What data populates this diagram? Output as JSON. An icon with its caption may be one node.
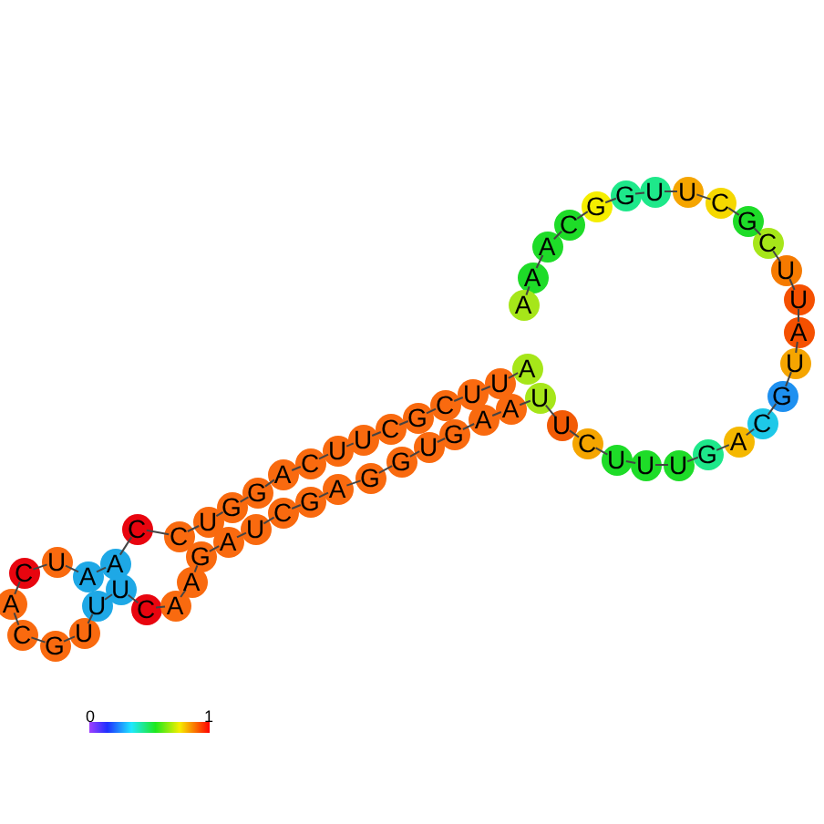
{
  "diagram": {
    "nodes": [
      {
        "text": [
          "A"
        ]
      },
      {
        "text": [
          "U"
        ]
      },
      {
        "text": [
          "U"
        ]
      },
      {
        "text": [
          "C"
        ]
      },
      {
        "text": [
          "G"
        ]
      },
      {
        "text": [
          "C"
        ]
      },
      {
        "text": [
          "U"
        ]
      },
      {
        "text": [
          "U"
        ]
      },
      {
        "text": [
          "C"
        ]
      },
      {
        "text": [
          "A"
        ]
      },
      {
        "text": [
          "G"
        ]
      },
      {
        "text": [
          "G"
        ]
      },
      {
        "text": [
          "U"
        ]
      },
      {
        "text": [
          "C"
        ]
      },
      {
        "text": [
          "C"
        ]
      },
      {
        "text": [
          "A"
        ]
      },
      {
        "text": [
          "A"
        ]
      },
      {
        "text": [
          "U"
        ]
      },
      {
        "text": [
          "C"
        ]
      },
      {
        "text": [
          "A"
        ]
      },
      {
        "text": [
          "C"
        ]
      },
      {
        "text": [
          "G"
        ]
      },
      {
        "text": [
          "U"
        ]
      },
      {
        "text": [
          "U"
        ]
      },
      {
        "text": [
          "U"
        ]
      },
      {
        "text": [
          "C"
        ]
      },
      {
        "text": [
          "A"
        ]
      },
      {
        "text": [
          "A"
        ]
      },
      {
        "text": [
          "G"
        ]
      },
      {
        "text": [
          "A"
        ]
      },
      {
        "text": [
          "U"
        ]
      },
      {
        "text": [
          "C"
        ]
      },
      {
        "text": [
          "G"
        ]
      },
      {
        "text": [
          "A"
        ]
      },
      {
        "text": [
          "G"
        ]
      },
      {
        "text": [
          "G"
        ]
      },
      {
        "text": [
          "U"
        ]
      },
      {
        "text": [
          "G"
        ]
      },
      {
        "text": [
          "A"
        ]
      },
      {
        "text": [
          "A"
        ]
      },
      {
        "text": [
          "U"
        ]
      },
      {
        "text": [
          "U"
        ]
      },
      {
        "text": [
          "C"
        ]
      },
      {
        "text": [
          "U"
        ]
      },
      {
        "text": [
          "U"
        ]
      },
      {
        "text": [
          "U"
        ]
      },
      {
        "text": [
          "G"
        ]
      },
      {
        "text": [
          "A"
        ]
      },
      {
        "text": [
          "C"
        ]
      },
      {
        "text": [
          "G"
        ]
      },
      {
        "text": [
          "U"
        ]
      },
      {
        "text": [
          "A"
        ]
      },
      {
        "text": [
          "U"
        ]
      },
      {
        "text": [
          "U"
        ]
      },
      {
        "text": [
          "C"
        ]
      },
      {
        "text": [
          "G"
        ]
      },
      {
        "text": [
          "C"
        ]
      },
      {
        "text": [
          "U"
        ]
      },
      {
        "text": [
          "U"
        ]
      },
      {
        "text": [
          "G"
        ]
      },
      {
        "text": [
          "G"
        ]
      },
      {
        "text": [
          "C"
        ]
      },
      {
        "text": [
          "A"
        ]
      },
      {
        "text": [
          "A"
        ]
      },
      {
        "text": [
          "A"
        ]
      }
    ],
    "edges": [
      {
        "from": 0,
        "to": 1,
        "arrow": "none"
      },
      {
        "from": 1,
        "to": 2,
        "arrow": "none"
      },
      {
        "from": 2,
        "to": 3,
        "arrow": "none"
      },
      {
        "from": 3,
        "to": 4,
        "arrow": "none"
      },
      {
        "from": 4,
        "to": 5,
        "arrow": "none"
      },
      {
        "from": 5,
        "to": 6,
        "arrow": "none"
      },
      {
        "from": 6,
        "to": 7,
        "arrow": "none"
      },
      {
        "from": 7,
        "to": 8,
        "arrow": "none"
      },
      {
        "from": 8,
        "to": 9,
        "arrow": "none"
      },
      {
        "from": 9,
        "to": 10,
        "arrow": "none"
      },
      {
        "from": 10,
        "to": 11,
        "arrow": "none"
      },
      {
        "from": 11,
        "to": 12,
        "arrow": "none"
      },
      {
        "from": 12,
        "to": 13,
        "arrow": "none"
      },
      {
        "from": 13,
        "to": 14,
        "arrow": "none"
      },
      {
        "from": 14,
        "to": 15,
        "arrow": "none"
      },
      {
        "from": 15,
        "to": 16,
        "arrow": "none"
      },
      {
        "from": 16,
        "to": 17,
        "arrow": "none"
      },
      {
        "from": 17,
        "to": 18,
        "arrow": "none"
      },
      {
        "from": 18,
        "to": 19,
        "arrow": "none"
      },
      {
        "from": 19,
        "to": 20,
        "arrow": "none"
      },
      {
        "from": 20,
        "to": 21,
        "arrow": "none"
      },
      {
        "from": 21,
        "to": 22,
        "arrow": "none"
      },
      {
        "from": 22,
        "to": 23,
        "arrow": "none"
      },
      {
        "from": 23,
        "to": 24,
        "arrow": "none"
      },
      {
        "from": 24,
        "to": 25,
        "arrow": "none"
      },
      {
        "from": 25,
        "to": 26,
        "arrow": "none"
      },
      {
        "from": 26,
        "to": 27,
        "arrow": "none"
      },
      {
        "from": 27,
        "to": 28,
        "arrow": "none"
      },
      {
        "from": 28,
        "to": 29,
        "arrow": "none"
      },
      {
        "from": 29,
        "to": 30,
        "arrow": "none"
      },
      {
        "from": 30,
        "to": 31,
        "arrow": "none"
      },
      {
        "from": 31,
        "to": 32,
        "arrow": "none"
      },
      {
        "from": 32,
        "to": 33,
        "arrow": "none"
      },
      {
        "from": 33,
        "to": 34,
        "arrow": "none"
      },
      {
        "from": 34,
        "to": 35,
        "arrow": "none"
      },
      {
        "from": 35,
        "to": 36,
        "arrow": "none"
      },
      {
        "from": 36,
        "to": 37,
        "arrow": "none"
      },
      {
        "from": 37,
        "to": 38,
        "arrow": "none"
      },
      {
        "from": 38,
        "to": 39,
        "arrow": "none"
      },
      {
        "from": 39,
        "to": 40,
        "arrow": "none"
      },
      {
        "from": 40,
        "to": 41,
        "arrow": "none"
      },
      {
        "from": 41,
        "to": 42,
        "arrow": "none"
      },
      {
        "from": 42,
        "to": 43,
        "arrow": "none"
      },
      {
        "from": 43,
        "to": 44,
        "arrow": "none"
      },
      {
        "from": 44,
        "to": 45,
        "arrow": "none"
      },
      {
        "from": 45,
        "to": 46,
        "arrow": "none"
      },
      {
        "from": 46,
        "to": 47,
        "arrow": "none"
      },
      {
        "from": 47,
        "to": 48,
        "arrow": "none"
      },
      {
        "from": 48,
        "to": 49,
        "arrow": "none"
      },
      {
        "from": 49,
        "to": 50,
        "arrow": "none"
      },
      {
        "from": 50,
        "to": 51,
        "arrow": "none"
      },
      {
        "from": 51,
        "to": 52,
        "arrow": "none"
      },
      {
        "from": 52,
        "to": 53,
        "arrow": "none"
      },
      {
        "from": 53,
        "to": 54,
        "arrow": "none"
      },
      {
        "from": 54,
        "to": 55,
        "arrow": "none"
      },
      {
        "from": 55,
        "to": 56,
        "arrow": "none"
      },
      {
        "from": 56,
        "to": 57,
        "arrow": "none"
      },
      {
        "from": 57,
        "to": 58,
        "arrow": "none"
      },
      {
        "from": 58,
        "to": 59,
        "arrow": "none"
      },
      {
        "from": 59,
        "to": 60,
        "arrow": "none"
      },
      {
        "from": 60,
        "to": 61,
        "arrow": "none"
      },
      {
        "from": 61,
        "to": 62,
        "arrow": "none"
      },
      {
        "from": 62,
        "to": 63,
        "arrow": "none"
      },
      {
        "from": 63,
        "to": 64,
        "arrow": "none"
      }
    ],
    "labels": [
      "0",
      "1"
    ]
  }
}
